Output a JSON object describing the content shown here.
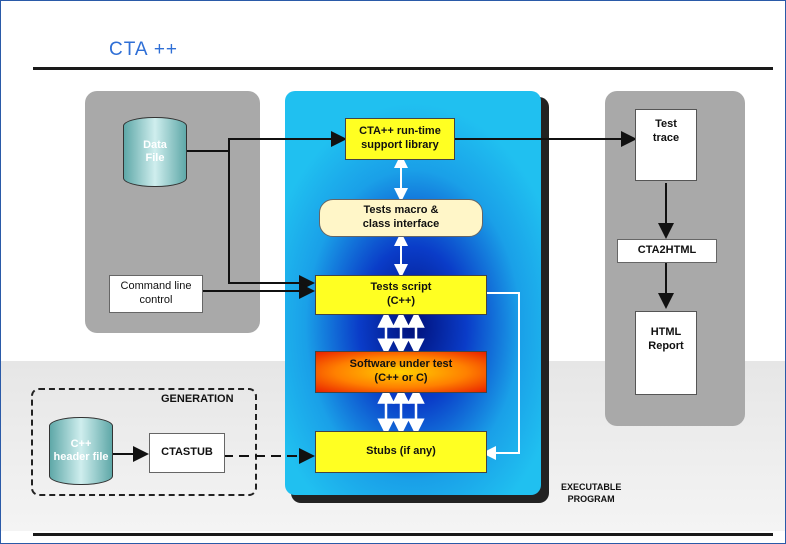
{
  "title": "CTA ++",
  "nodes": {
    "data_file": "Data\nFile",
    "command_line": "Command line\ncontrol",
    "runtime_lib": "CTA++ run-time\nsupport library",
    "macro_iface": "Tests macro &\nclass interface",
    "test_script": "Tests script\n(C++)",
    "sut": "Software under test\n(C++ or C)",
    "stubs": "Stubs (if any)",
    "test_trace": "Test\ntrace",
    "cta2html": "CTA2HTML",
    "html_report": "HTML\nReport",
    "cpp_header": "C++\nheader file",
    "ctastub": "CTASTUB"
  },
  "generation_label": "GENERATION",
  "executable_label": "EXECUTABLE\nPROGRAM",
  "colors": {
    "title_blue": "#2f6fd6",
    "panel_gray": "#a9a9a9",
    "box_yellow": "#ffff22",
    "exec_blue": "#0a3cc8"
  }
}
